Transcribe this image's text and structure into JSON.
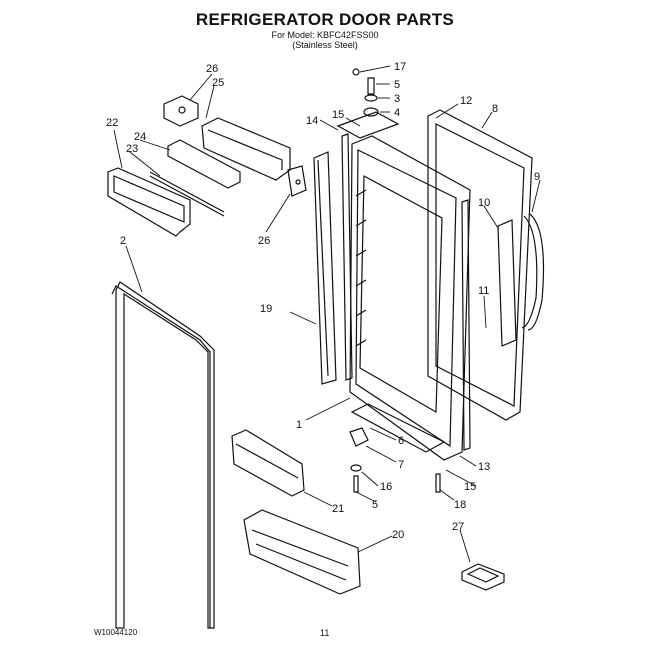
{
  "title": "REFRIGERATOR DOOR PARTS",
  "subtitle_model": "For Model: KBFC42FSS00",
  "subtitle_finish": "(Stainless Steel)",
  "callouts": [
    "17",
    "5",
    "3",
    "4",
    "12",
    "8",
    "26",
    "25",
    "14",
    "15",
    "22",
    "24",
    "23",
    "9",
    "10",
    "2",
    "26",
    "19",
    "11",
    "1",
    "6",
    "7",
    "13",
    "16",
    "15",
    "5",
    "18",
    "21",
    "20",
    "27"
  ],
  "footer": {
    "doc_number": "W10044120",
    "page": "11"
  }
}
